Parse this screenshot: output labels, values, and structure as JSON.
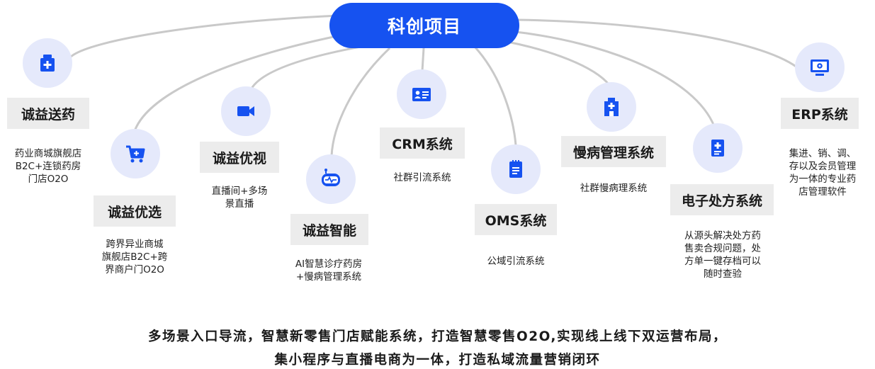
{
  "hub": {
    "title": "科创项目"
  },
  "nodes": [
    {
      "id": "n1",
      "icon": "medicine-box-icon",
      "title": "诚益送药",
      "desc": [
        "药业商城旗舰店",
        "B2C+连锁药房",
        "门店O2O"
      ]
    },
    {
      "id": "n2",
      "icon": "shopping-cart-icon",
      "title": "诚益优选",
      "desc": [
        "跨界异业商城",
        "旗舰店B2C+跨",
        "界商户门O2O"
      ]
    },
    {
      "id": "n3",
      "icon": "video-camera-icon",
      "title": "诚益优视",
      "desc": [
        "直播间+多场",
        "景直播"
      ]
    },
    {
      "id": "n4",
      "icon": "robot-icon",
      "title": "诚益智能",
      "desc": [
        "AI智慧诊疗药房",
        "+慢病管理系统"
      ]
    },
    {
      "id": "n5",
      "icon": "id-card-icon",
      "title": "CRM系统",
      "desc": [
        "社群引流系统"
      ]
    },
    {
      "id": "n6",
      "icon": "clipboard-icon",
      "title": "OMS系统",
      "desc": [
        "公域引流系统"
      ]
    },
    {
      "id": "n7",
      "icon": "hospital-icon",
      "title": "慢病管理系统",
      "desc": [
        "社群慢病理系统"
      ]
    },
    {
      "id": "n8",
      "icon": "prescription-icon",
      "title": "电子处方系统",
      "desc": [
        "从源头解决处方药",
        "售卖合规问题，处",
        "方单一键存档可以",
        "随时查验"
      ]
    },
    {
      "id": "n9",
      "icon": "monitor-gear-icon",
      "title": "ERP系统",
      "desc": [
        "集进、销、调、",
        "存以及会员管理",
        "为一体的专业药",
        "店管理软件"
      ]
    }
  ],
  "footer": [
    "多场景入口导流，智慧新零售门店赋能系统，打造智慧零售O2O,实现线上线下双运营布局，",
    "集小程序与直播电商为一体，打造私域流量营销闭环"
  ],
  "colors": {
    "hub": "#1652f0",
    "icon": "#1652f0",
    "circle": "#e5e9fb",
    "line": "#c9c9c9",
    "label_bg": "#ececec"
  }
}
